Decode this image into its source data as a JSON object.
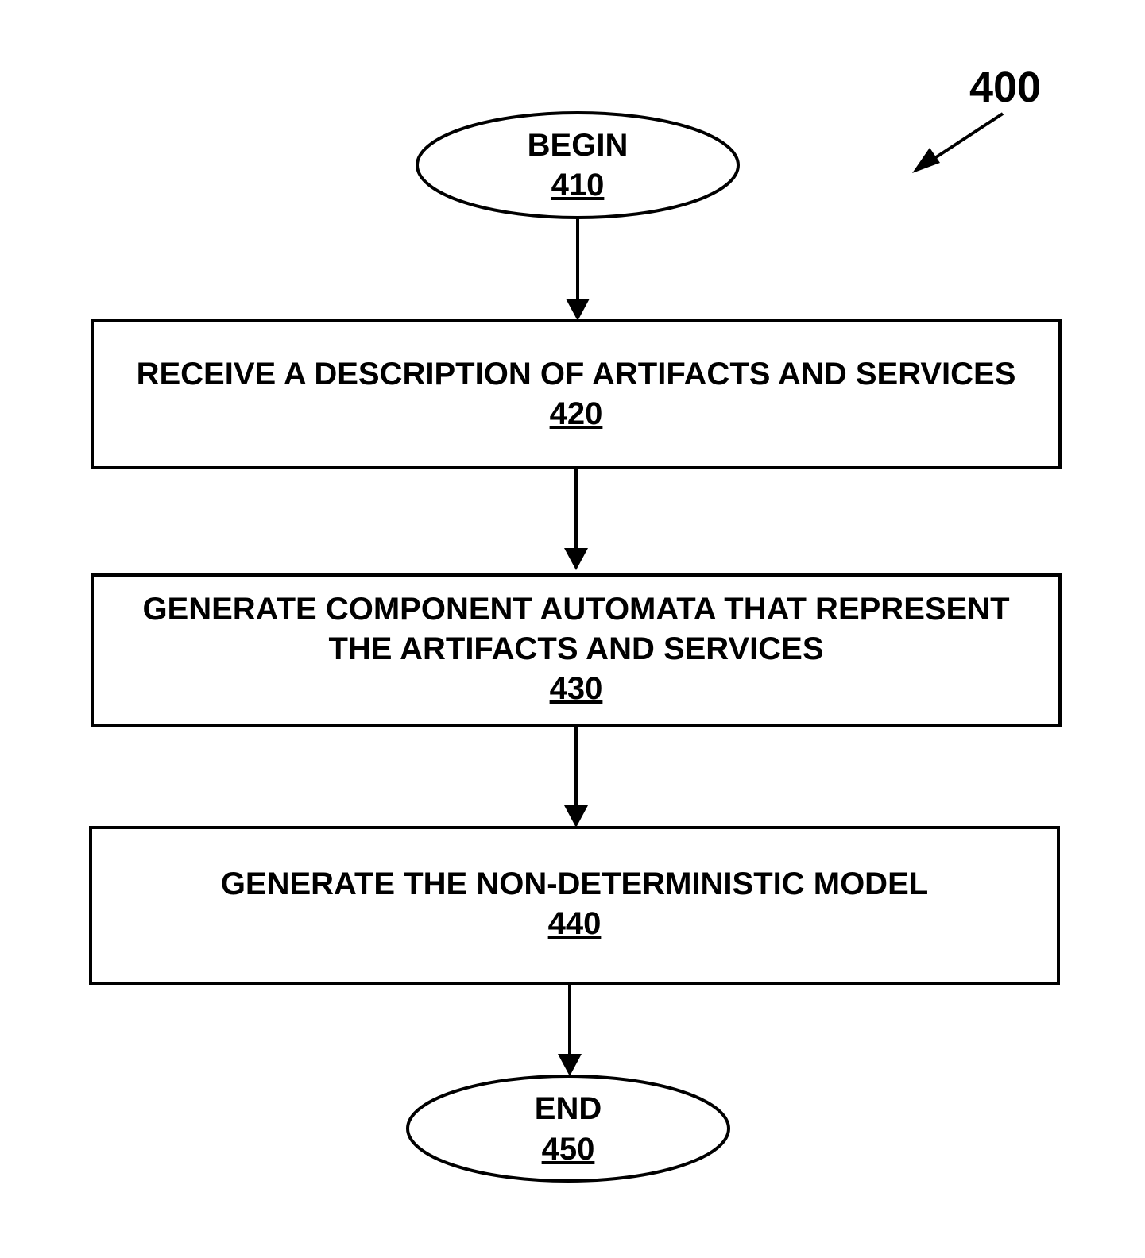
{
  "figure": {
    "number": "400"
  },
  "nodes": [
    {
      "id": "begin",
      "shape": "ellipse",
      "lines": [
        "BEGIN"
      ],
      "ref": "410"
    },
    {
      "id": "receive",
      "shape": "rect",
      "lines": [
        "RECEIVE A DESCRIPTION OF ARTIFACTS AND SERVICES"
      ],
      "ref": "420"
    },
    {
      "id": "generate-automata",
      "shape": "rect",
      "lines": [
        "GENERATE COMPONENT AUTOMATA THAT REPRESENT",
        "THE ARTIFACTS AND SERVICES"
      ],
      "ref": "430"
    },
    {
      "id": "generate-model",
      "shape": "rect",
      "lines": [
        "GENERATE THE NON-DETERMINISTIC MODEL"
      ],
      "ref": "440"
    },
    {
      "id": "end",
      "shape": "ellipse",
      "lines": [
        "END"
      ],
      "ref": "450"
    }
  ],
  "edges": [
    {
      "from": "begin",
      "to": "receive"
    },
    {
      "from": "receive",
      "to": "generate-automata"
    },
    {
      "from": "generate-automata",
      "to": "generate-model"
    },
    {
      "from": "generate-model",
      "to": "end"
    }
  ]
}
